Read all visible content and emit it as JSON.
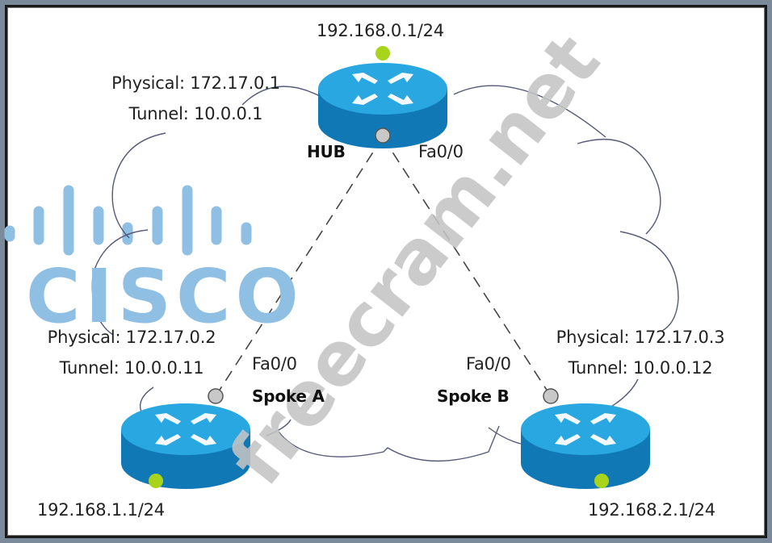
{
  "diagram": {
    "title": "DMVPN Hub and Spoke Topology",
    "colors": {
      "router_top": "#29a7e1",
      "router_side": "#1178b6",
      "lan_dot": "#a8d51c",
      "interface_dot": "#c8c8c8",
      "cloud_line": "#555a78",
      "tunnel_line": "#444444",
      "cisco_logo": "#8fbfe3",
      "watermark": "#c4c4c4"
    },
    "nodes": {
      "hub": {
        "name": "HUB",
        "lan": "192.168.0.1/24",
        "physical": "Physical: 172.17.0.1",
        "tunnel": "Tunnel: 10.0.0.1",
        "interface": "Fa0/0"
      },
      "spoke_a": {
        "name": "Spoke A",
        "lan": "192.168.1.1/24",
        "physical": "Physical: 172.17.0.2",
        "tunnel": "Tunnel: 10.0.0.11",
        "interface": "Fa0/0"
      },
      "spoke_b": {
        "name": "Spoke B",
        "lan": "192.168.2.1/24",
        "physical": "Physical: 172.17.0.3",
        "tunnel": "Tunnel: 10.0.0.12",
        "interface": "Fa0/0"
      }
    },
    "links": [
      {
        "from": "HUB",
        "to": "Spoke A",
        "style": "dashed"
      },
      {
        "from": "HUB",
        "to": "Spoke B",
        "style": "dashed"
      }
    ],
    "logo": {
      "text": "CISCO"
    },
    "watermark": {
      "text": "freecram.net"
    }
  }
}
